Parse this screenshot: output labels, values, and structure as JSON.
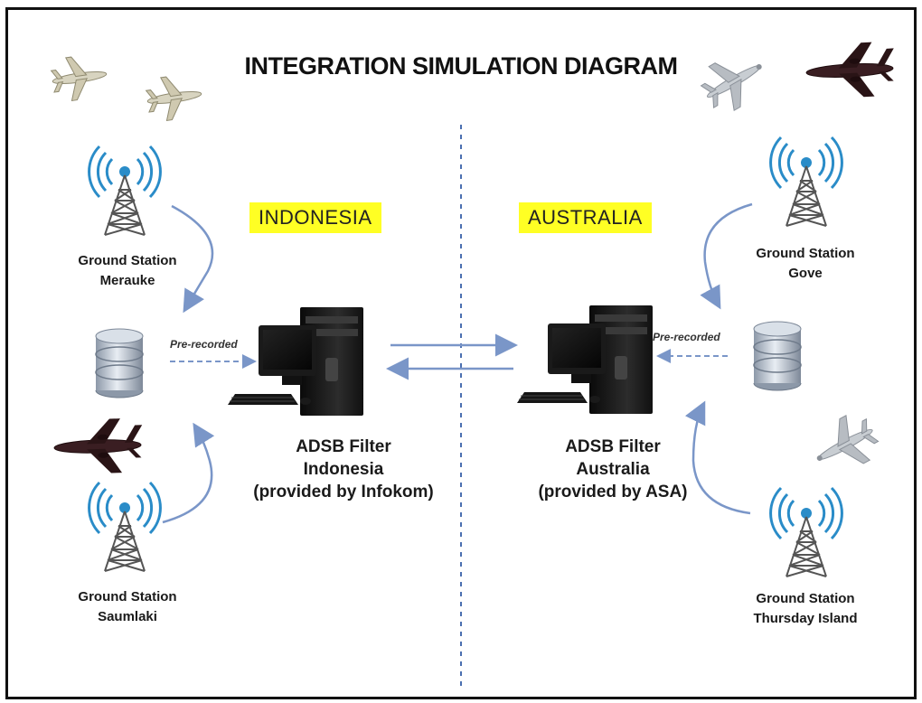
{
  "title": "INTEGRATION SIMULATION DIAGRAM",
  "regions": {
    "left": "INDONESIA",
    "right": "AUSTRALIA"
  },
  "ground_stations": {
    "merauke": [
      "Ground Station",
      "Merauke"
    ],
    "saumlaki": [
      "Ground Station",
      "Saumlaki"
    ],
    "gove": [
      "Ground Station",
      "Gove"
    ],
    "thursday_island": [
      "Ground Station",
      "Thursday Island"
    ]
  },
  "filters": {
    "indonesia": [
      "ADSB Filter",
      "Indonesia",
      "(provided by Infokom)"
    ],
    "australia": [
      "ADSB Filter",
      "Australia",
      "(provided by ASA)"
    ]
  },
  "links": {
    "pre_recorded": "Pre-recorded"
  },
  "colors": {
    "highlight": "#ffff24",
    "arrow": "#7a96c8",
    "divider": "#4a6fb0"
  }
}
